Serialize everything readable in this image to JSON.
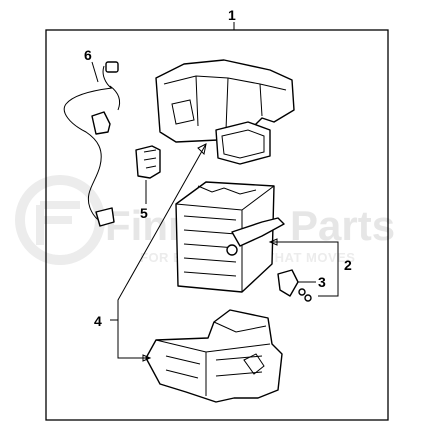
{
  "diagram": {
    "callouts": [
      {
        "id": "1",
        "label": "1"
      },
      {
        "id": "2",
        "label": "2"
      },
      {
        "id": "3",
        "label": "3"
      },
      {
        "id": "4",
        "label": "4"
      },
      {
        "id": "5",
        "label": "5"
      },
      {
        "id": "6",
        "label": "6"
      }
    ]
  },
  "watermark": {
    "brand_left": "Finn",
    "brand_right": "Parts",
    "tagline": "FOR EVERYTHING THAT MOVES",
    "color": "#e6e6e6"
  },
  "colors": {
    "line": "#000000",
    "background": "#ffffff"
  }
}
